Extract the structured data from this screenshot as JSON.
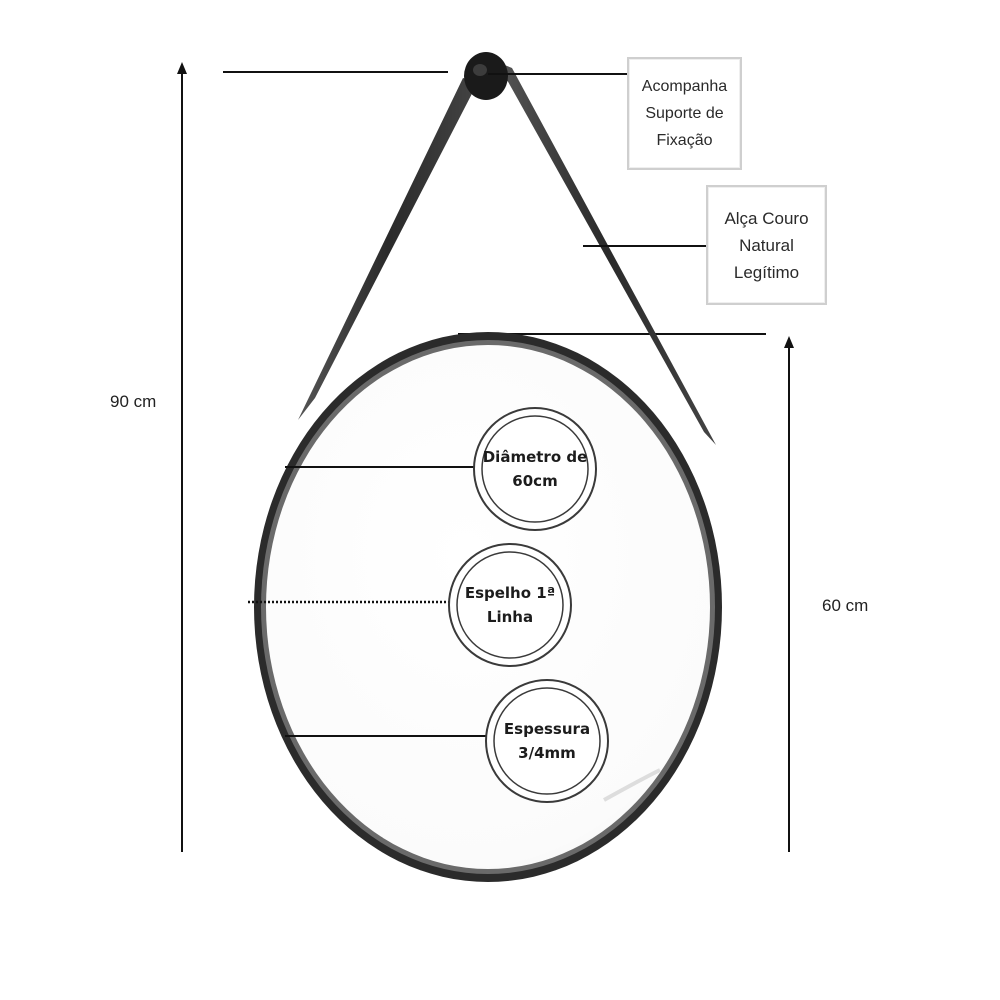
{
  "callouts": {
    "mount": "Acompanha\nSuporte de\nFixação",
    "strap": "Alça Couro\nNatural\nLegítimo"
  },
  "dimensions": {
    "total_height": "90 cm",
    "mirror_height": "60 cm"
  },
  "badges": {
    "diameter": "Diâmetro de\n60cm",
    "mirror": "Espelho 1ª\nLinha",
    "thickness": "Espessura\n3/4mm"
  },
  "colors": {
    "frame": "#2b2b2b",
    "strap": "#333333",
    "line": "#111111",
    "badge_ring": "#3a3a3a",
    "mirror_surface": "#ffffff"
  },
  "icons": {
    "mount": "wall-hook-icon",
    "arrow": "arrow-up-icon"
  }
}
